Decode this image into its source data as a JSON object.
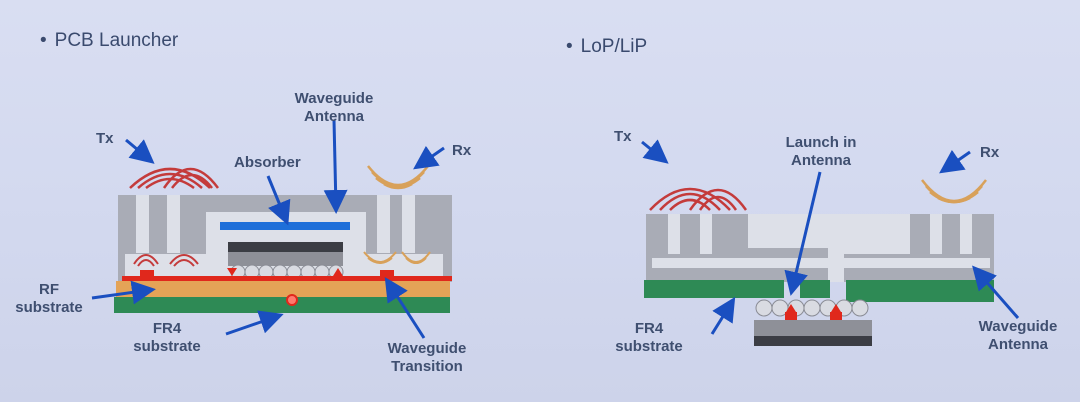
{
  "left_panel": {
    "bullet": "PCB Launcher",
    "labels": {
      "tx": "Tx",
      "rx": "Rx",
      "waveguide_antenna": "Waveguide\nAntenna",
      "absorber": "Absorber",
      "rf_substrate": "RF\nsubstrate",
      "fr4_substrate": "FR4\nsubstrate",
      "waveguide_transition": "Waveguide\nTransition"
    }
  },
  "right_panel": {
    "bullet": "LoP/LiP",
    "labels": {
      "tx": "Tx",
      "rx": "Rx",
      "launch_in_antenna": "Launch in\nAntenna",
      "fr4_substrate": "FR4\nsubstrate",
      "waveguide_antenna": "Waveguide\nAntenna"
    }
  },
  "colors": {
    "background": "#d6dcf0",
    "metal_block": "#a9acb6",
    "waveguide_slot": "#dde0e8",
    "pcb_green": "#2e8a55",
    "rf_substrate_orange": "#e4a357",
    "pad_red": "#e0281c",
    "absorber_blue": "#1e6fd9",
    "chip_dark": "#3b3d44",
    "arrow_blue": "#1a4fc0",
    "tx_wave": "#c43b3b",
    "rx_wave": "#d8a15a"
  }
}
